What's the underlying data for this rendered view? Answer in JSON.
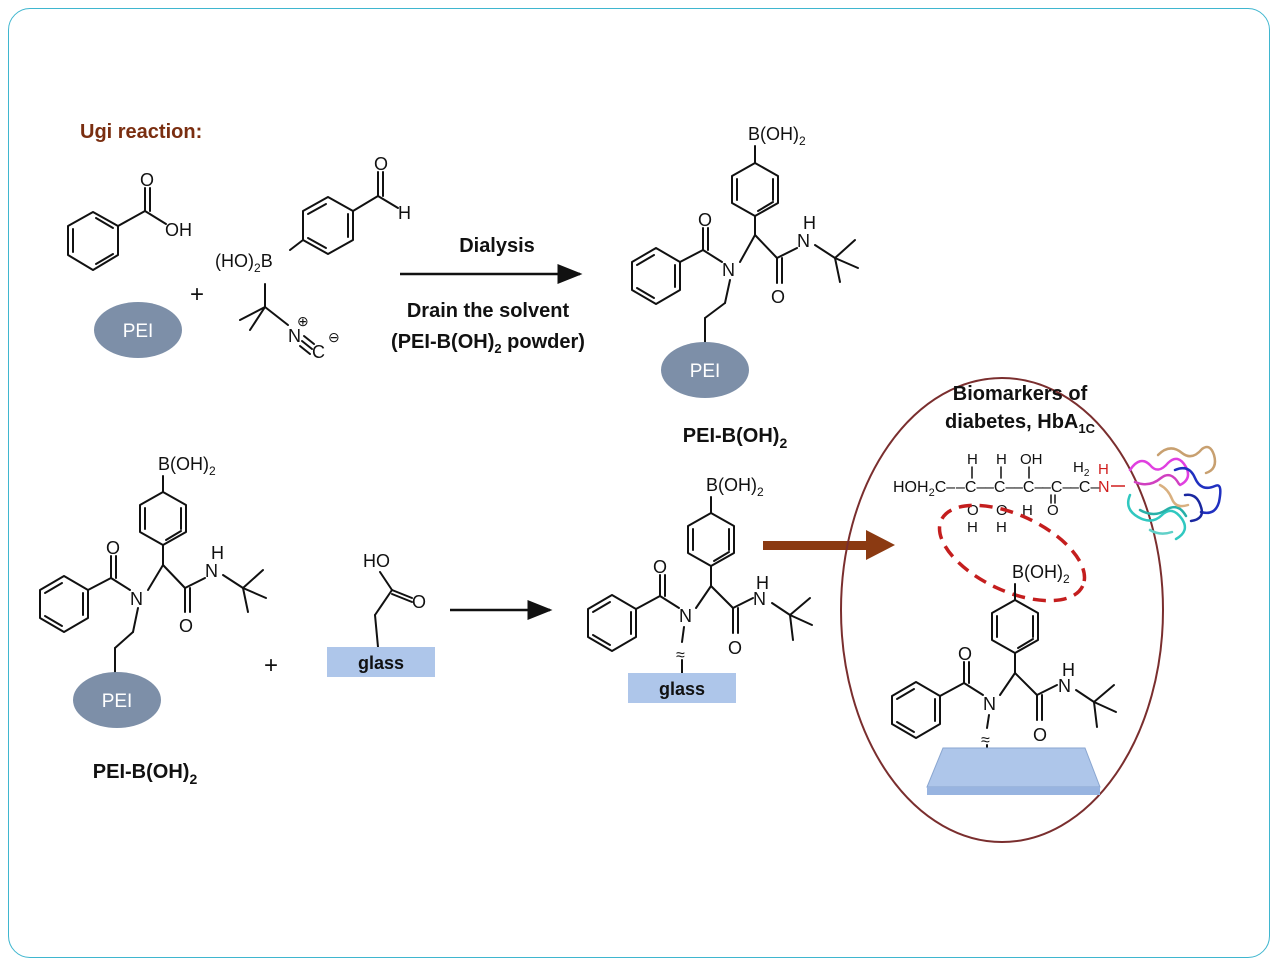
{
  "top": {
    "title": "Ugi reaction:",
    "arrow_top_label": "Dialysis",
    "arrow_bottom_label_1": "Drain the solvent",
    "arrow_bottom_label_2a": "(PEI-B(OH)",
    "arrow_bottom_label_2b": "2",
    "arrow_bottom_label_2c": " powder)",
    "product_name_a": "PEI-B(OH)",
    "product_name_b": "2"
  },
  "labels": {
    "pei": "PEI",
    "glass": "glass",
    "oh": "OH",
    "h": "H",
    "o": "O",
    "n": "N",
    "c": "C",
    "ho": "HO",
    "plus": "+",
    "ho2b_a": "(HO)",
    "ho2b_b": "2",
    "ho2b_c": "B",
    "boh_a": "B(OH)",
    "boh_b": "2",
    "plus_charge": "⊕",
    "minus_charge": "⊖",
    "squiggle": "≈"
  },
  "bottom": {
    "reactant_name_a": "PEI-B(OH)",
    "reactant_name_b": "2"
  },
  "inset": {
    "title_1": "Biomarkers of",
    "title_2a": "diabetes, HbA",
    "title_2b": "1C",
    "sugar_left": "HOH",
    "sugar_left_sub": "2",
    "sugar_left_c": "C–",
    "c_atom": "–C–",
    "h2_a": "H",
    "h2_b": "2",
    "nh_n": "N",
    "nh_h": "H"
  },
  "colors": {
    "title": "#7a2e10",
    "pei_fill": "#7d8fa8",
    "glass_fill": "#aec6ea",
    "frame": "#3fb6cf",
    "big_arrow": "#8b3a12",
    "circle": "#7a2e2e",
    "dashed": "#c41e1e",
    "amine": "#d01e1e"
  }
}
